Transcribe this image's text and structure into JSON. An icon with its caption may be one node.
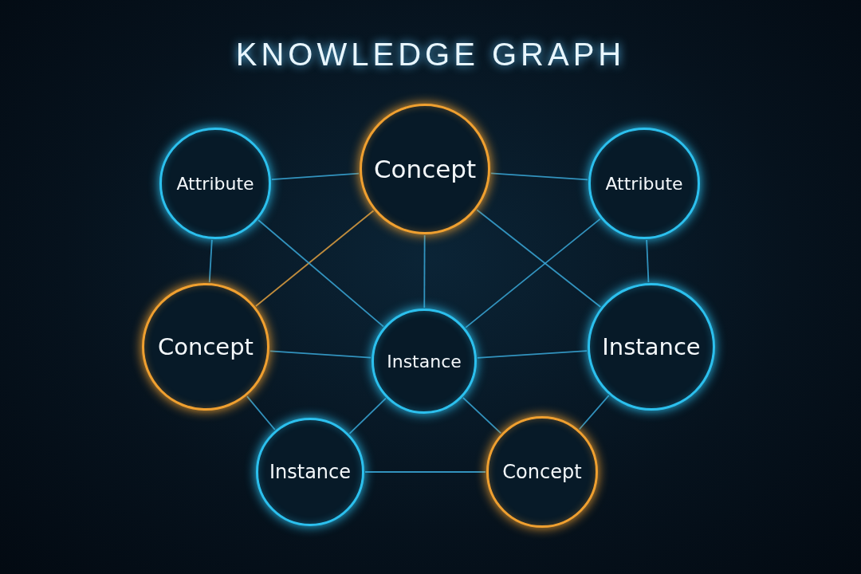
{
  "diagram": {
    "title": "KNOWLEDGE GRAPH",
    "nodes": [
      {
        "text": [
          "Attribute"
        ]
      },
      {
        "text": [
          "Concept"
        ]
      },
      {
        "text": [
          "Attribute"
        ]
      },
      {
        "text": [
          "Concept"
        ]
      },
      {
        "text": [
          "Instance"
        ]
      },
      {
        "text": [
          "Instance"
        ]
      },
      {
        "text": [
          "Instance"
        ]
      },
      {
        "text": [
          "Concept"
        ]
      }
    ],
    "edges": [
      {
        "from": 0,
        "to": 1,
        "arrow": "none"
      },
      {
        "from": 1,
        "to": 2,
        "arrow": "none"
      },
      {
        "from": 0,
        "to": 3,
        "arrow": "none"
      },
      {
        "from": 2,
        "to": 5,
        "arrow": "none"
      },
      {
        "from": 1,
        "to": 3,
        "arrow": "none",
        "color": "#e0a040"
      },
      {
        "from": 0,
        "to": 4,
        "arrow": "none"
      },
      {
        "from": 1,
        "to": 4,
        "arrow": "none"
      },
      {
        "from": 1,
        "to": 5,
        "arrow": "none"
      },
      {
        "from": 2,
        "to": 4,
        "arrow": "none"
      },
      {
        "from": 3,
        "to": 4,
        "arrow": "none"
      },
      {
        "from": 4,
        "to": 5,
        "arrow": "none"
      },
      {
        "from": 3,
        "to": 6,
        "arrow": "none"
      },
      {
        "from": 4,
        "to": 6,
        "arrow": "none"
      },
      {
        "from": 4,
        "to": 7,
        "arrow": "none"
      },
      {
        "from": 6,
        "to": 7,
        "arrow": "none"
      },
      {
        "from": 5,
        "to": 7,
        "arrow": "none"
      }
    ]
  }
}
